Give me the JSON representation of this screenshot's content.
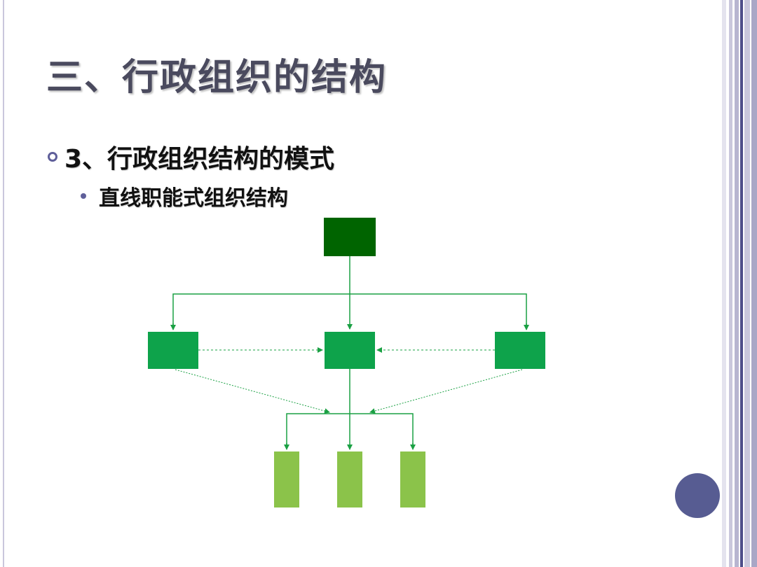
{
  "slide": {
    "title": "三、行政组织的结构",
    "bullet1": "3、行政组织结构的模式",
    "bullet2": "直线职能式组织结构"
  },
  "colors": {
    "top_box": "#006400",
    "mid_box": "#0ea34b",
    "bottom_box": "#8bc34a",
    "line": "#1aa043",
    "accent": "#575c92"
  },
  "diagram": {
    "type": "line-function-org-chart",
    "levels": [
      {
        "name": "top",
        "count": 1
      },
      {
        "name": "middle",
        "count": 3
      },
      {
        "name": "bottom",
        "count": 3
      }
    ]
  }
}
